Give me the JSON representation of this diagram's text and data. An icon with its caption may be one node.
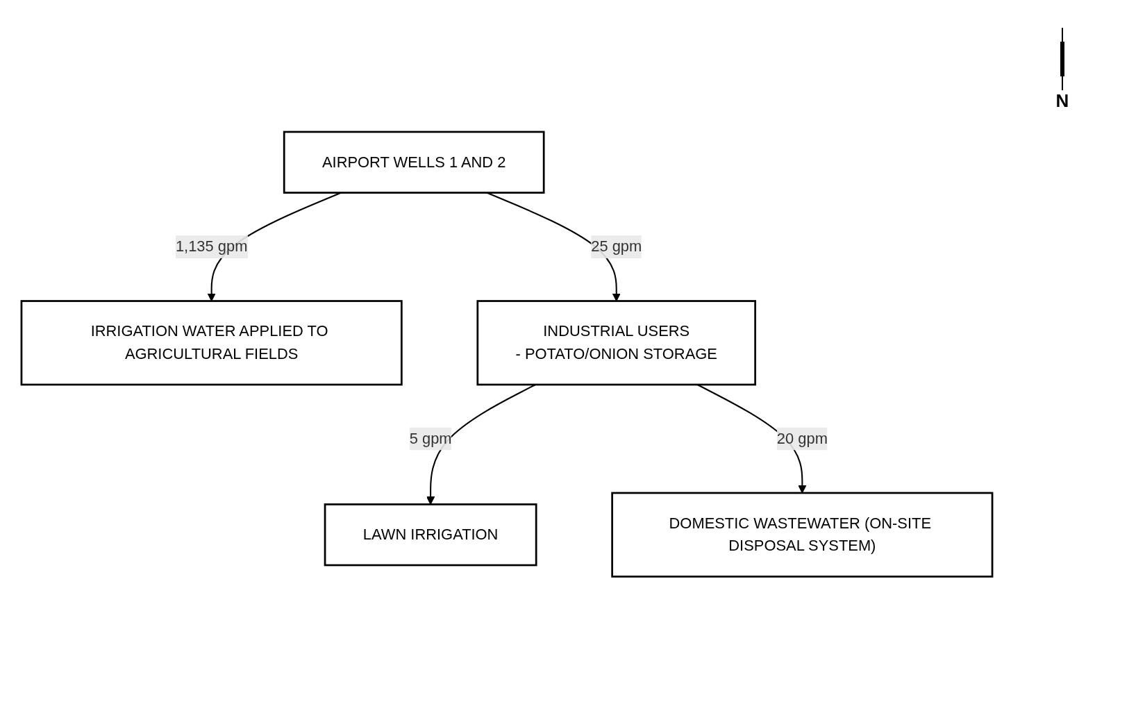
{
  "diagram": {
    "nodes": [
      {
        "text": [
          "IRRIGATION WATER APPLIED TO AGRICULTURAL FIELDS"
        ]
      },
      {
        "text": [
          "AIRPORT WELLS 1 AND 2"
        ]
      },
      {
        "text": [
          "LAWN IRRIGATION"
        ]
      },
      {
        "text": [
          "INDUSTRIAL USERS",
          "- POTATO/ONION STORAGE"
        ]
      },
      {
        "text": [
          "DOMESTIC WASTEWATER (ON-SITE DISPOSAL SYSTEM)"
        ]
      }
    ],
    "edges": [
      {
        "from": 1,
        "to": 0,
        "arrow": "to",
        "label": "1,135 gpm"
      },
      {
        "from": 1,
        "to": 3,
        "arrow": "to",
        "label": "25 gpm"
      },
      {
        "from": 3,
        "to": 2,
        "arrow": "to",
        "label": "5 gpm"
      },
      {
        "from": 3,
        "to": 4,
        "arrow": "to",
        "label": "20 gpm"
      }
    ],
    "labels": [
      "N"
    ]
  }
}
